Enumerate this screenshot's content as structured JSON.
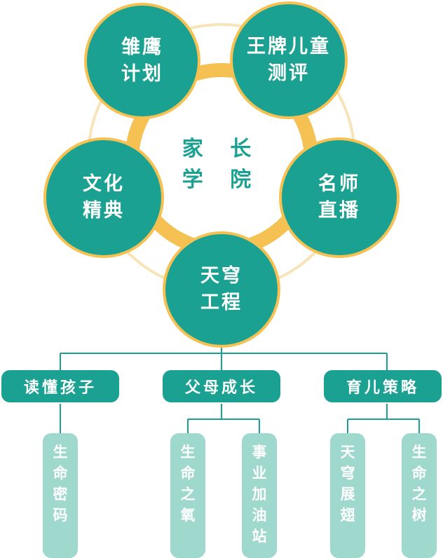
{
  "colors": {
    "teal": "#1aa191",
    "gold": "#f4c152",
    "pale_gold": "#f7e4b8",
    "leaf": "#9fd8cd"
  },
  "center": {
    "line1": "家 长",
    "line2": "学 院"
  },
  "circles": [
    {
      "line1": "雏鹰",
      "line2": "计划"
    },
    {
      "line1": "王牌儿童",
      "line2": "测评"
    },
    {
      "line1": "文化",
      "line2": "精典"
    },
    {
      "line1": "名师",
      "line2": "直播"
    },
    {
      "line1": "天穹",
      "line2": "工程"
    }
  ],
  "categories": [
    {
      "label": "读懂孩子",
      "leaves": [
        {
          "text": "生命密码"
        }
      ]
    },
    {
      "label": "父母成长",
      "leaves": [
        {
          "text": "生命之氧"
        },
        {
          "text": "事业加油站"
        }
      ]
    },
    {
      "label": "育儿策略",
      "leaves": [
        {
          "text": "天穹展翅"
        },
        {
          "text": "生命之树"
        }
      ]
    }
  ]
}
